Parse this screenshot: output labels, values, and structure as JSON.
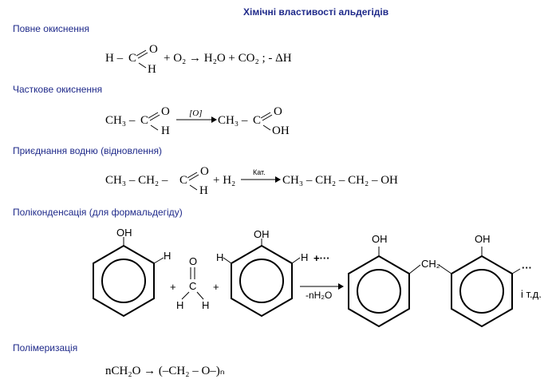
{
  "title": "Хімічні властивості альдегідів",
  "sections": [
    {
      "heading": "Повне окиснення"
    },
    {
      "heading": "Часткове окиснення"
    },
    {
      "heading": "Приєднання водню (відновлення)"
    },
    {
      "heading": "Поліконденсація (для формальдегіду)"
    },
    {
      "heading": "Полімеризація"
    }
  ],
  "eq1": {
    "h_left": "H –",
    "c": "C",
    "o": "O",
    "h": "H",
    "rest": "+ O₂ → H₂O + CO₂ ; - ΔH"
  },
  "eq2": {
    "left": "CH₃ –",
    "c": "C",
    "o": "O",
    "h": "H",
    "arrow_label": "[O]",
    "right": "CH₃ –",
    "c2": "C",
    "o2": "O",
    "oh": "OH"
  },
  "eq3": {
    "left": "CH₃ – CH₂ –",
    "c": "C",
    "o": "O",
    "h": "H",
    "plus_h2": "+ H₂",
    "arrow_label": "Кат.",
    "right": "CH₃ – CH₂ – CH₂ – OH"
  },
  "eq4": {
    "oh1": "OH",
    "h1": "H",
    "plus1": "+",
    "form_o": "O",
    "form_c": "C",
    "form_h1": "H",
    "form_h2": "H",
    "plus2": "+",
    "oh2": "OH",
    "h2": "H",
    "h3": "H",
    "plus_dots": "+···",
    "arrow_label": "-nH₂O",
    "oh3": "OH",
    "ch2": "CH₂",
    "oh4": "OH",
    "dots": "···",
    "etc": "і т.д."
  },
  "eq5": {
    "formula": "nCH₂O → (–CH₂ – O–)ₙ"
  }
}
